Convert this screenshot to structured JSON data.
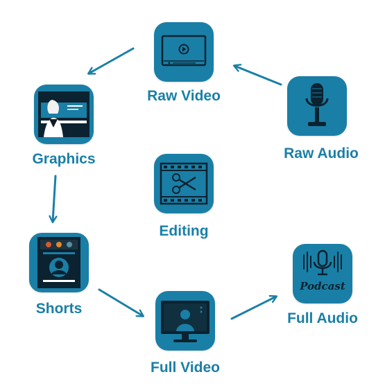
{
  "nodes": {
    "raw_video": {
      "label": "Raw Video",
      "icon": "video-player-icon"
    },
    "raw_audio": {
      "label": "Raw Audio",
      "icon": "microphone-icon"
    },
    "graphics": {
      "label": "Graphics",
      "icon": "presenter-graphic-icon"
    },
    "editing": {
      "label": "Editing",
      "icon": "film-scissors-icon"
    },
    "shorts": {
      "label": "Shorts",
      "icon": "phone-short-icon"
    },
    "full_video": {
      "label": "Full Video",
      "icon": "monitor-video-icon"
    },
    "full_audio": {
      "label": "Full Audio",
      "icon": "podcast-icon",
      "icon_text": "Podcast"
    }
  },
  "edges": [
    {
      "from": "raw_audio",
      "to": "raw_video"
    },
    {
      "from": "raw_video",
      "to": "graphics"
    },
    {
      "from": "graphics",
      "to": "shorts"
    },
    {
      "from": "shorts",
      "to": "full_video"
    },
    {
      "from": "full_video",
      "to": "full_audio"
    }
  ],
  "colors": {
    "tile": "#1a7fa6",
    "label": "#1a7fa6",
    "arrow": "#1a7fa6",
    "ink": "#0b2230"
  }
}
